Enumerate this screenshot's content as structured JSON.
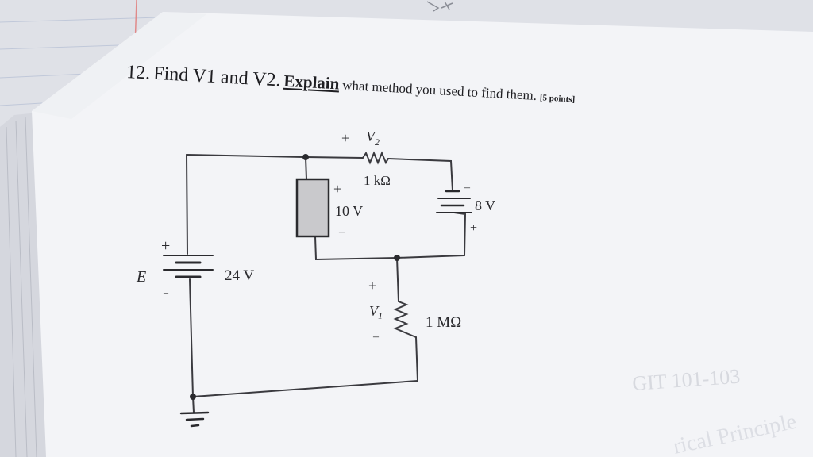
{
  "question": {
    "number": "12.",
    "main": "Find V1 and V2.",
    "explain": "Explain",
    "rest": "what method you used to find them.",
    "points": "[5 points]"
  },
  "circuit": {
    "v2_plus": "+",
    "v2_label": "V",
    "v2_sub": "2",
    "v2_minus": "–",
    "r1_value": "1 kΩ",
    "box_plus": "+",
    "box_value": "10 V",
    "box_minus": "–",
    "bat8_minus": "–",
    "bat8_value": "8 V",
    "bat8_plus": "+",
    "e_label": "E",
    "e_plus": "+",
    "e_minus": "–",
    "e_value": "24 V",
    "v1_plus": "+",
    "v1_label": "V",
    "v1_sub": "1",
    "v1_minus": "–",
    "r2_value": "1 MΩ"
  },
  "watermark": {
    "page_ref": "GIT 101-103",
    "footer": "rical Principle"
  },
  "colors": {
    "desk": "#e4e6ec",
    "paper": "#f2f3f6",
    "ink": "#2a2a2e",
    "box_fill": "#c9c9cc"
  }
}
